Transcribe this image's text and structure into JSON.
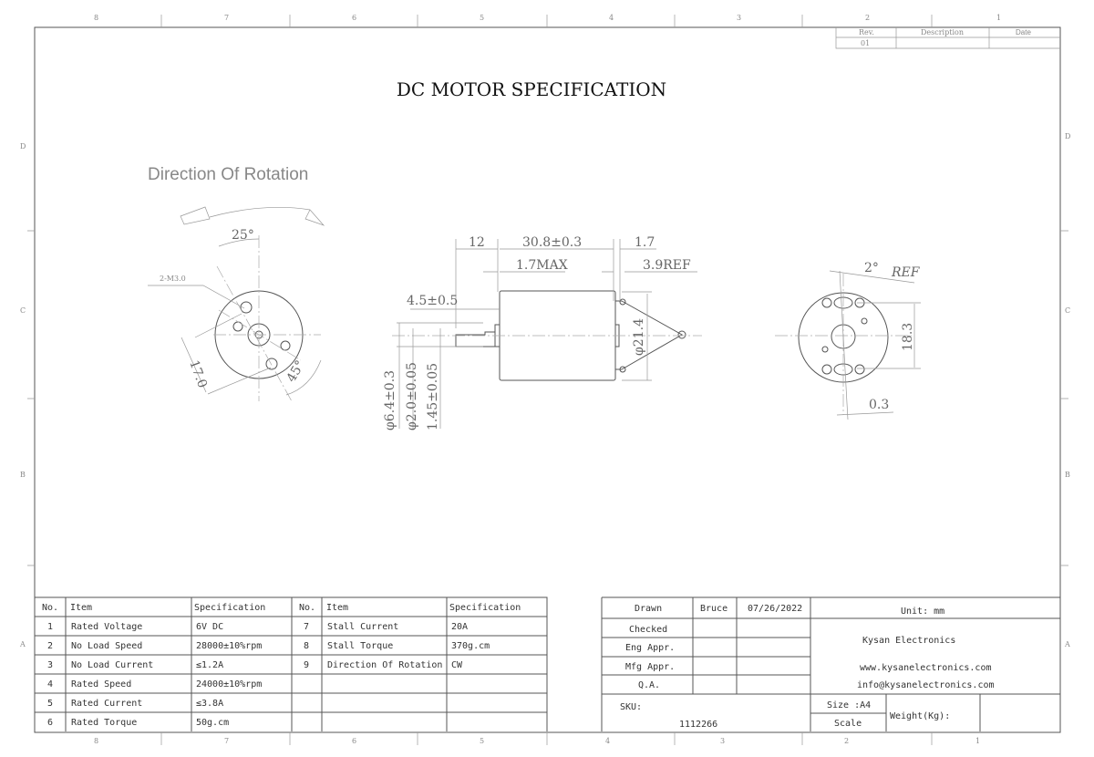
{
  "title": "DC MOTOR SPECIFICATION",
  "rotation_label": "Direction Of Rotation",
  "grid": {
    "cols": [
      "8",
      "7",
      "6",
      "5",
      "4",
      "3",
      "2",
      "1"
    ],
    "rows": [
      "D",
      "C",
      "B",
      "A"
    ]
  },
  "revision": {
    "headers": [
      "Rev.",
      "Description",
      "Date"
    ],
    "rows": [
      [
        "01",
        "",
        ""
      ]
    ]
  },
  "dims": {
    "holes": "2-M3.0",
    "a25": "25°",
    "d17": "17.0",
    "a45": "45°",
    "l12": "12",
    "l308": "30.8±0.3",
    "l17": "1.7",
    "l17max": "1.7MAX",
    "l39": "3.9REF",
    "l45": "4.5±0.5",
    "d64": "φ6.4±0.3",
    "d20": "φ2.0±0.05",
    "d145": "1.45±0.05",
    "d214": "φ21.4",
    "a2": "2°",
    "ref": "REF",
    "d183": "18.3",
    "d03": "0.3"
  },
  "spec_table": {
    "headers": [
      "No.",
      "Item",
      "Specification",
      "No.",
      "Item",
      "Specification"
    ],
    "left": [
      [
        "1",
        "Rated Voltage",
        "6V DC"
      ],
      [
        "2",
        "No Load Speed",
        "28000±10%rpm"
      ],
      [
        "3",
        "No Load Current",
        "≤1.2A"
      ],
      [
        "4",
        "Rated Speed",
        "24000±10%rpm"
      ],
      [
        "5",
        "Rated Current",
        "≤3.8A"
      ],
      [
        "6",
        "Rated Torque",
        "50g.cm"
      ]
    ],
    "right": [
      [
        "7",
        "Stall Current",
        "20A"
      ],
      [
        "8",
        "Stall Torque",
        "370g.cm"
      ],
      [
        "9",
        "Direction Of Rotation",
        "CW"
      ]
    ]
  },
  "title_block": {
    "drawn": "Drawn",
    "drawn_by": "Bruce",
    "drawn_date": "07/26/2022",
    "checked": "Checked",
    "eng": "Eng Appr.",
    "mfg": "Mfg Appr.",
    "qa": "Q.A.",
    "unit": "Unit: mm",
    "company": "Kysan Electronics",
    "web": "www.kysanelectronics.com",
    "email": "info@kysanelectronics.com",
    "sku_label": "SKU:",
    "sku": "1112266",
    "size": "Size :A4",
    "scale": "Scale",
    "weight": "Weight(Kg):"
  }
}
